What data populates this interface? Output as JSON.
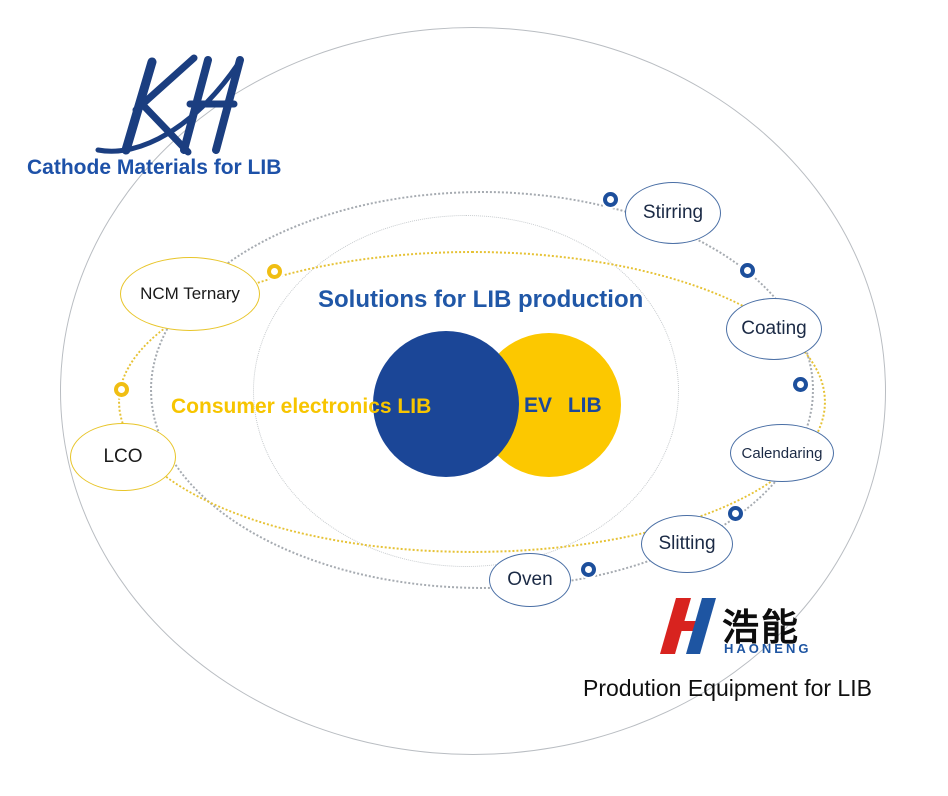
{
  "title": "Solutions for LIB production",
  "brand_top": {
    "label": "Cathode Materials for LIB"
  },
  "venn": {
    "left_label": "Consumer electronics LIB",
    "right_label": "EV LIB"
  },
  "process_nodes": [
    {
      "label": "Stirring"
    },
    {
      "label": "Coating"
    },
    {
      "label": "Calendaring"
    },
    {
      "label": "Slitting"
    },
    {
      "label": "Oven"
    }
  ],
  "material_nodes": [
    {
      "label": "NCM Ternary"
    },
    {
      "label": "LCO"
    }
  ],
  "brand_bottom": {
    "logo_cn": "浩能",
    "logo_en": "HAONENG",
    "label": "Prodution Equipment for LIB"
  },
  "colors": {
    "venn_blue": "#1b4697",
    "venn_yellow": "#fcc800",
    "title_blue": "#2057a7",
    "node_border_blue": "#4a6fa5",
    "node_border_yellow": "#e8c52a",
    "logo_navy": "#1b3e80",
    "logo_red": "#d8231f",
    "outer_ring_gray": "#b9bdc2"
  }
}
